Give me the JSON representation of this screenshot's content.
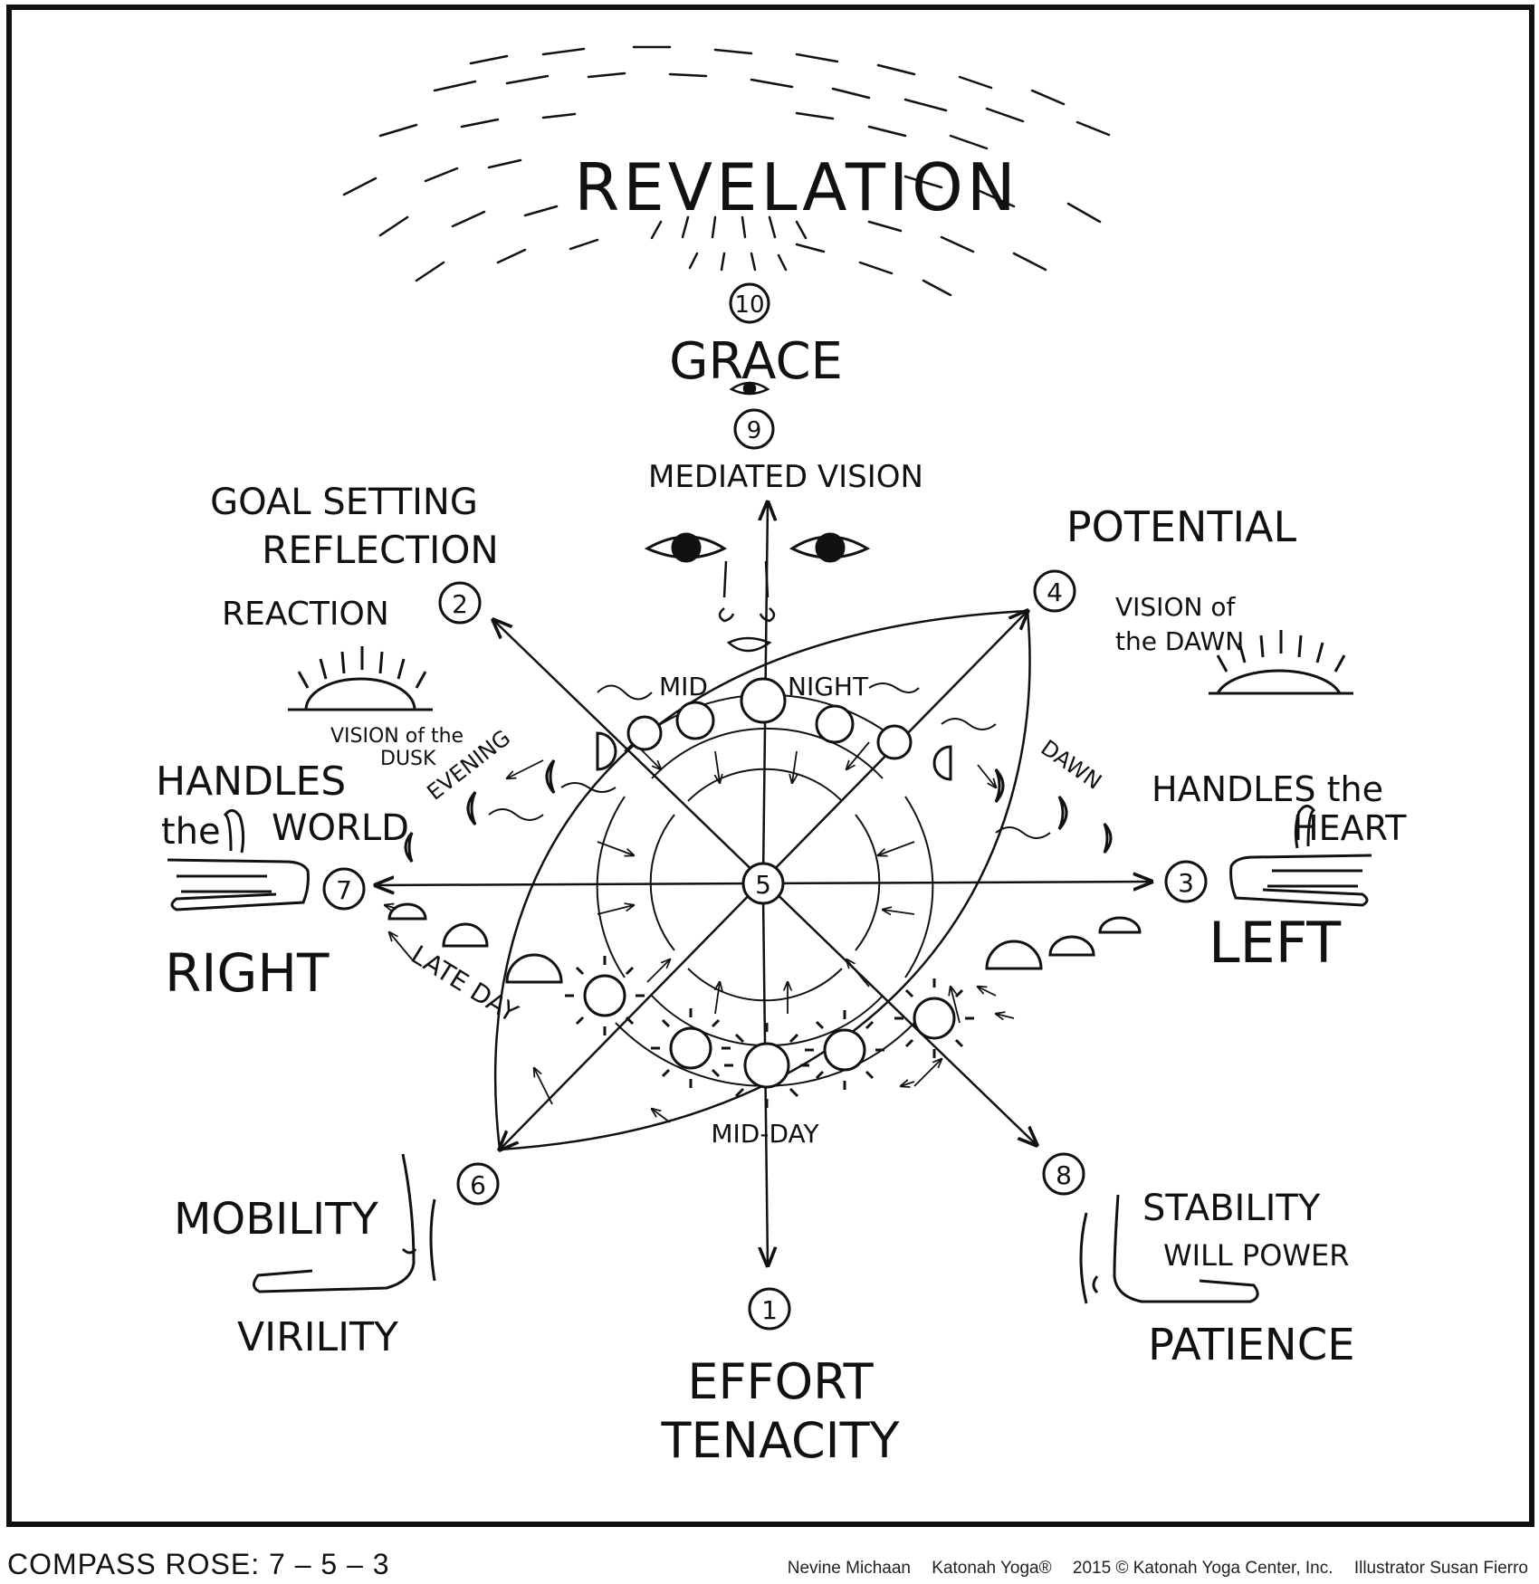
{
  "title": "REVELATION",
  "numbers": [
    "1",
    "2",
    "3",
    "4",
    "5",
    "6",
    "7",
    "8",
    "9",
    "10"
  ],
  "labels": {
    "grace": "GRACE",
    "mediated_vision": "MEDIATED VISION",
    "goal_setting": "GOAL SETTING",
    "reflection": "REFLECTION",
    "reaction": "REACTION",
    "potential": "POTENTIAL",
    "vision_dawn_1": "VISION of",
    "vision_dawn_2": "the DAWN",
    "vision_dusk_1": "VISION of the",
    "vision_dusk_2": "DUSK",
    "handles_world_1": "HANDLES",
    "handles_world_2": "the",
    "handles_world_3": "WORLD",
    "handles_heart_1": "HANDLES the",
    "handles_heart_2": "HEART",
    "right": "RIGHT",
    "left": "LEFT",
    "midnight_1": "MID",
    "midnight_2": "NIGHT",
    "evening": "EVENING",
    "dawn": "DAWN",
    "late_day": "LATE DAY",
    "mid_day": "MID-DAY",
    "mobility": "MOBILITY",
    "virility": "VIRILITY",
    "stability": "STABILITY",
    "will_power": "WILL POWER",
    "patience": "PATIENCE",
    "effort": "EFFORT",
    "tenacity": "TENACITY"
  },
  "footer": {
    "caption": "COMPASS ROSE: 7 – 5 – 3",
    "author": "Nevine Michaan",
    "brand": "Katonah Yoga®",
    "copyright": "2015 © Katonah Yoga Center, Inc.",
    "illustrator": "Illustrator Susan Fierro"
  }
}
